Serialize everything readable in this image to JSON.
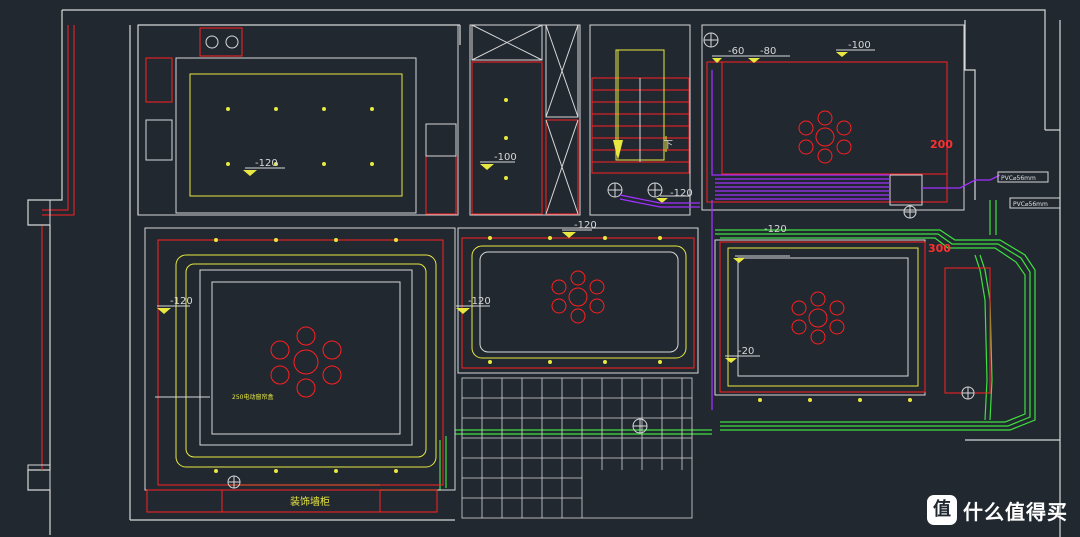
{
  "drawing": {
    "ceiling_levels": {
      "kitchen": "-120",
      "passage": "-100",
      "bedroom_ne_a": "-60",
      "bedroom_ne_b": "-80",
      "bedroom_ne_c": "-100",
      "stair": "-120",
      "living": "-120",
      "dining_left": "-120",
      "dining_top": "-120",
      "bedroom_se_top": "-120",
      "bedroom_se_inner": "-20"
    },
    "dimension_labels": {
      "ne_right": "200",
      "se_right": "300"
    },
    "stair_label": "下",
    "pipe_labels": {
      "pvc_top": "PVC⌀56mm",
      "pvc_bottom": "PVC⌀56mm"
    },
    "living_note": "250电动窗帘盒",
    "bottom_label": "装饰墙柜"
  },
  "watermark": {
    "badge": "值",
    "text": "什么值得买"
  },
  "colors": {
    "background": "#212830",
    "wall": "#d8d8d8",
    "red_line": "#ff2020",
    "yellow_line": "#e8e840",
    "green_pipe": "#40e040",
    "purple_pipe": "#a030ff"
  }
}
